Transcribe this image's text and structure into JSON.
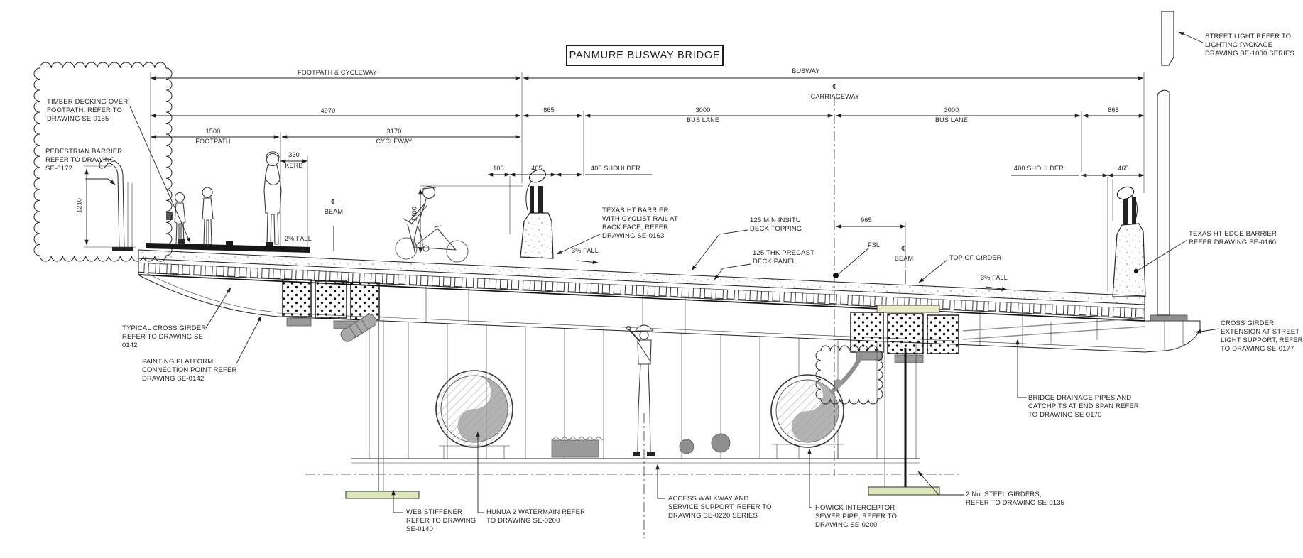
{
  "title": "PANMURE BUSWAY BRIDGE",
  "dims": {
    "footpath_cycleway": "FOOTPATH & CYCLEWAY",
    "busway": "BUSWAY",
    "overall_left": "4970",
    "span_865_left": "865",
    "span_865_right": "865",
    "cl_symbol": "℄",
    "carriageway": "CARRIAGEWAY",
    "bus_lane_left_value": "3000",
    "bus_lane_left_label": "BUS LANE",
    "bus_lane_right_value": "3000",
    "bus_lane_right_label": "BUS LANE",
    "footpath_value": "1500",
    "footpath_label": "FOOTPATH",
    "cycleway_value": "3170",
    "cycleway_label": "CYCLEWAY",
    "kerb_value": "330",
    "kerb_label": "KERB",
    "d100": "100",
    "d465_left": "465",
    "shoulder_left": "400 SHOULDER",
    "shoulder_right": "400 SHOULDER",
    "d465_right": "465",
    "d965": "965",
    "d1210": "1210",
    "d1400": "1400"
  },
  "slopes": {
    "footpath_fall": "2% FALL",
    "busway_fall_left": "3% FALL",
    "busway_fall_right": "3% FALL"
  },
  "marks": {
    "cl_beam_left": "℄",
    "beam_left": "BEAM",
    "cl_beam_right": "℄",
    "beam_right": "BEAM",
    "fsl": "FSL",
    "top_of_girder": "TOP OF GIRDER"
  },
  "callouts": {
    "timber_decking": "TIMBER DECKING OVER FOOTPATH. REFER TO DRAWING SE-0155",
    "pedestrian_barrier": "PEDESTRIAN BARRIER REFER TO DRAWING SE-0172",
    "street_light": "STREET LIGHT REFER TO LIGHTING PACKAGE DRAWING BE-1000 SERIES",
    "texas_barrier_cyclist": "TEXAS HT BARRIER WITH CYCLIST RAIL AT BACK FACE, REFER DRAWING SE-0163",
    "insitu_topping": "125 MIN INSITU DECK TOPPING",
    "precast_panel": "125 THK PRECAST DECK PANEL",
    "texas_edge_barrier": "TEXAS HT EDGE BARRIER REFER DRAWING SE-0160",
    "cross_girder_extension": "CROSS GIRDER EXTENSION AT STREET LIGHT SUPPORT, REFER TO DRAWING SE-0177",
    "typical_cross_girder": "TYPICAL CROSS GIRDER REFER TO DRAWING SE-0142",
    "painting_platform": "PAINTING PLATFORM CONNECTION POINT REFER DRAWING SE-0142",
    "bridge_drainage": "BRIDGE DRAINAGE PIPES AND CATCHPITS AT END SPAN REFER TO DRAWING SE-0170",
    "web_stiffener": "WEB STIFFENER REFER TO DRAWING SE-0140",
    "hunua_watermain": "HUNUA 2 WATERMAIN REFER TO DRAWING SE-0200",
    "access_walkway": "ACCESS WALKWAY AND SERVICE SUPPORT, REFER TO DRAWING SE-0220 SERIES",
    "howick_sewer": "HOWICK INTERCEPTOR SEWER PIPE, REFER TO DRAWING SE-0200",
    "steel_girders": "2 No. STEEL GIRDERS, REFER TO DRAWING SE-0135"
  },
  "colors": {
    "ink": "#1f1f1f",
    "gray": "#8f8f8f",
    "base_plate_green": "#dce8bb",
    "splice_strip_green": "#e7ecc6"
  }
}
